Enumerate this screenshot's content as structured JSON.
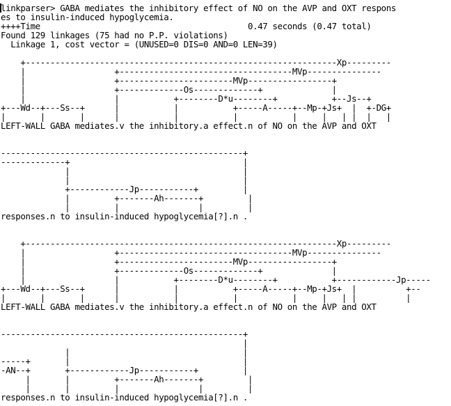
{
  "terminal": {
    "lines": [
      "linkparser> GABA mediates the inhibitory effect of NO on the AVP and OXT respons",
      "es to insulin-induced hypoglycemia.",
      "++++Time                                          0.47 seconds (0.47 total)",
      "Found 129 linkages (75 had no P.P. violations)",
      "  Linkage 1, cost vector = (UNUSED=0 DIS=0 AND=0 LEN=39)",
      "",
      "    +---------------------------------------------------------------Xp---------",
      "    |                  +-----------------------------------MVp---------------",
      "    |                  +-----------------------MVp-----------------+",
      "    |                  +-------------Os-------------+              |",
      "    |                  |           +--------D*u--------+           +--Js--+",
      "+---Wd--+---Ss--+      |           |           +-----A-----+--Mp-+Js+  |  +-DG+",
      "|       |       |      |           |           |           |     |   | |  |   |",
      "LEFT-WALL GABA mediates.v the inhibitory.a effect.n of NO on the AVP and OXT",
      "",
      "",
      "-------------------------------------------------+",
      "-------------+                                   |",
      "             |                                   |",
      "             |                                   |",
      "             +------------Jp-----------+         |",
      "             |         +-------Ah-------+         |",
      "             |         |                |         |",
      "responses.n to insulin-induced hypoglycemia[?].n .",
      "",
      "",
      "    +---------------------------------------------------------------Xp---------",
      "    |                  +-----------------------------------MVp---------------",
      "    |                  +-----------------------MVp-----------------+",
      "    |                  +-------------Os-------------+              |",
      "    |                  |           +--------D*u--------+           +------------Jp-----",
      "+---Wd--+---Ss--+      |           |           +-----A-----+--Mp-+Js+  |          +--",
      "|       |       |      |           |           |           |     |   | |          |",
      "LEFT-WALL GABA mediates.v the inhibitory.a effect.n of NO on the AVP and OXT",
      "",
      "",
      "-------------------------------------------------+",
      "                                                 |",
      "             |                                   |",
      "-----+       |                                   |",
      "-AN--+       +------------Jp-----------+         |",
      "     |       |         +-------Ah-------+         |",
      "     |       |         |                |         |",
      "responses.n to insulin-induced hypoglycemia[?].n ."
    ]
  }
}
